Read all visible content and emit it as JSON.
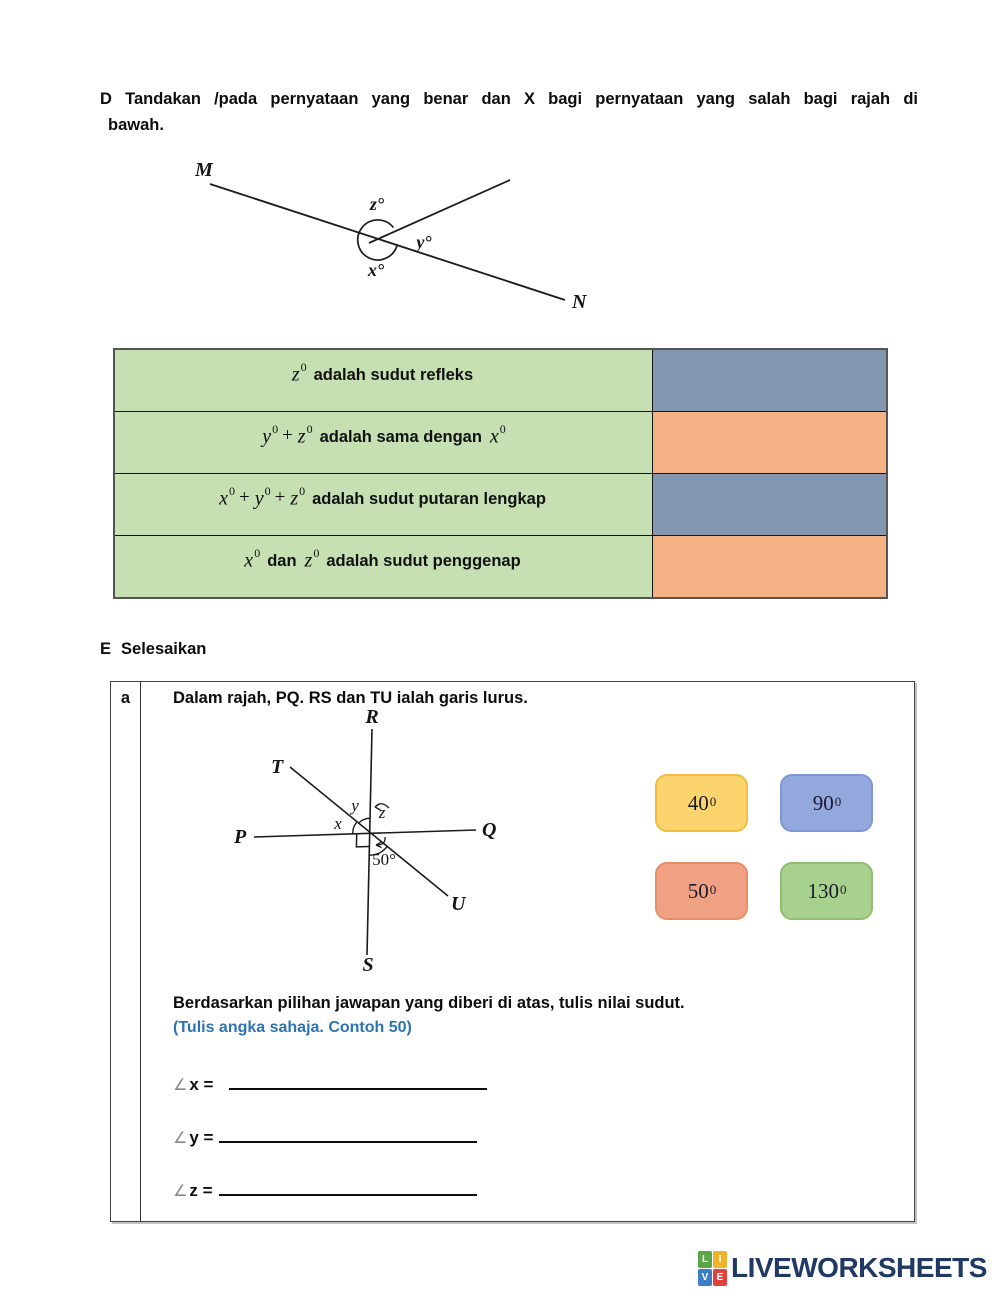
{
  "section_d": {
    "heading_line1": "D Tandakan /pada pernyataan yang benar dan X bagi pernyataan yang salah bagi rajah di",
    "heading_line2": "bawah.",
    "diagram1": {
      "label_m": "M",
      "label_n": "N",
      "angle_z": "z°",
      "angle_y": "y°",
      "angle_x": "x°"
    },
    "table": {
      "statement_bg": "#C6E0B4",
      "sup": "0",
      "rows": [
        {
          "tokens": [
            "$z",
            "adalah sudut refleks"
          ],
          "answer_bg": "#8496B0"
        },
        {
          "tokens": [
            "$y",
            "+",
            "$z",
            "adalah sama dengan",
            "$x"
          ],
          "answer_bg": "#F4B183"
        },
        {
          "tokens": [
            "$x",
            "+",
            "$y",
            "+",
            "$z",
            "adalah sudut putaran lengkap"
          ],
          "answer_bg": "#8496B0"
        },
        {
          "tokens": [
            "$x",
            "dan",
            "$z",
            "adalah sudut penggenap"
          ],
          "answer_bg": "#F4B183"
        }
      ]
    }
  },
  "section_e": {
    "heading_letter": "E",
    "heading_word": "Selesaikan",
    "item_label": "a",
    "title": "Dalam rajah, PQ. RS dan TU ialah garis lurus.",
    "diagram2": {
      "label_r": "R",
      "label_s": "S",
      "label_p": "P",
      "label_q": "Q",
      "label_t": "T",
      "label_u": "U",
      "angle_x": "x",
      "angle_y": "y",
      "angle_z": "z",
      "angle_50": "50°"
    },
    "choices": [
      {
        "value": "40",
        "sup": "0",
        "bg": "#FBD46D",
        "border": "#F0BB41"
      },
      {
        "value": "90",
        "sup": "0",
        "bg": "#93A9DE",
        "border": "#7E97D3"
      },
      {
        "value": "50",
        "sup": "0",
        "bg": "#F0A183",
        "border": "#E98D69"
      },
      {
        "value": "130",
        "sup": "0",
        "bg": "#A9D18E",
        "border": "#8FBE72"
      }
    ],
    "instruction": "Berdasarkan pilihan jawapan yang diberi di atas, tulis nilai sudut.",
    "note": "(Tulis angka sahaja. Contoh 50)",
    "note_color": "#2E74B5",
    "answers": [
      {
        "symbol": "∠",
        "label": "x ="
      },
      {
        "symbol": "∠",
        "label": "y ="
      },
      {
        "symbol": "∠",
        "label": "z ="
      }
    ]
  },
  "footer": {
    "brand": "LIVEWORKSHEETS",
    "brand_color": "#1F3864",
    "logo_tiles": [
      {
        "letter": "L",
        "bg": "#5AA646"
      },
      {
        "letter": "I",
        "bg": "#F0B429"
      },
      {
        "letter": "V",
        "bg": "#3C7DC4"
      },
      {
        "letter": "E",
        "bg": "#E0433D"
      }
    ]
  }
}
